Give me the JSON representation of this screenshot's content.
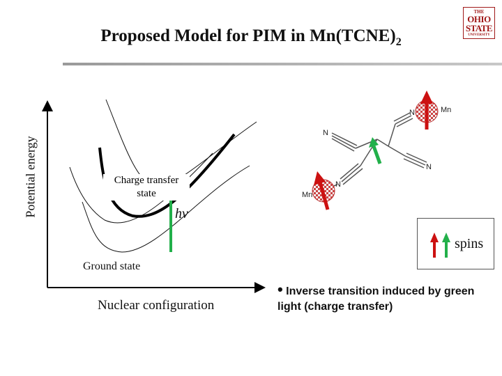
{
  "title": "Proposed Model for PIM in Mn(TCNE)",
  "title_subscript": "2",
  "logo": {
    "line1": "THE",
    "line2": "OHIO",
    "line3": "STATE",
    "line4": "UNIVERSITY"
  },
  "diagram": {
    "ylabel": "Potential energy",
    "xlabel": "Nuclear configuration",
    "charge_transfer_line1": "Charge transfer",
    "charge_transfer_line2": "state",
    "photon_label": "hν",
    "ground_state_label": "Ground state"
  },
  "molecule": {
    "mn_top": "Mn",
    "n_top": "N",
    "n_upper_left": "N",
    "n_right": "N",
    "mn_bottom": "Mn",
    "n_bottom": "N"
  },
  "legend": {
    "spins_label": "spins"
  },
  "bullet": {
    "marker": "•",
    "text": "Inverse transition induced by green light (charge transfer)"
  },
  "colors": {
    "spin_arrow": "#cc1111",
    "green": "#22b04a",
    "logo": "#a01818",
    "axis": "#000000"
  }
}
